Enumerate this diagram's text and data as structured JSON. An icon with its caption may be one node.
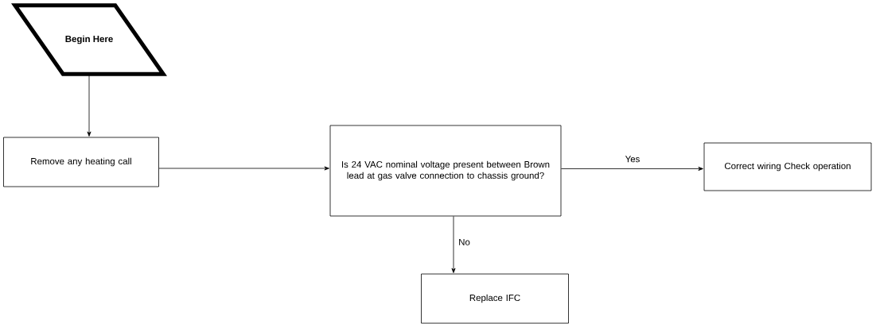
{
  "diagram": {
    "nodes": [
      {
        "text": [
          "Begin Here"
        ]
      },
      {
        "text": [
          "Remove any heating call"
        ]
      },
      {
        "text": [
          "Is 24 VAC nominal voltage present between Brown lead at gas valve connection to chassis ground?"
        ]
      },
      {
        "text": [
          "Correct wiring Check operation"
        ]
      },
      {
        "text": [
          "Replace IFC"
        ]
      }
    ],
    "edges": [
      {
        "from": 0,
        "to": 1,
        "arrow": "to"
      },
      {
        "from": 1,
        "to": 2,
        "arrow": "to"
      },
      {
        "from": 2,
        "to": 3,
        "arrow": "to",
        "label": "Yes"
      },
      {
        "from": 2,
        "to": 4,
        "arrow": "to",
        "label": "No"
      }
    ]
  }
}
